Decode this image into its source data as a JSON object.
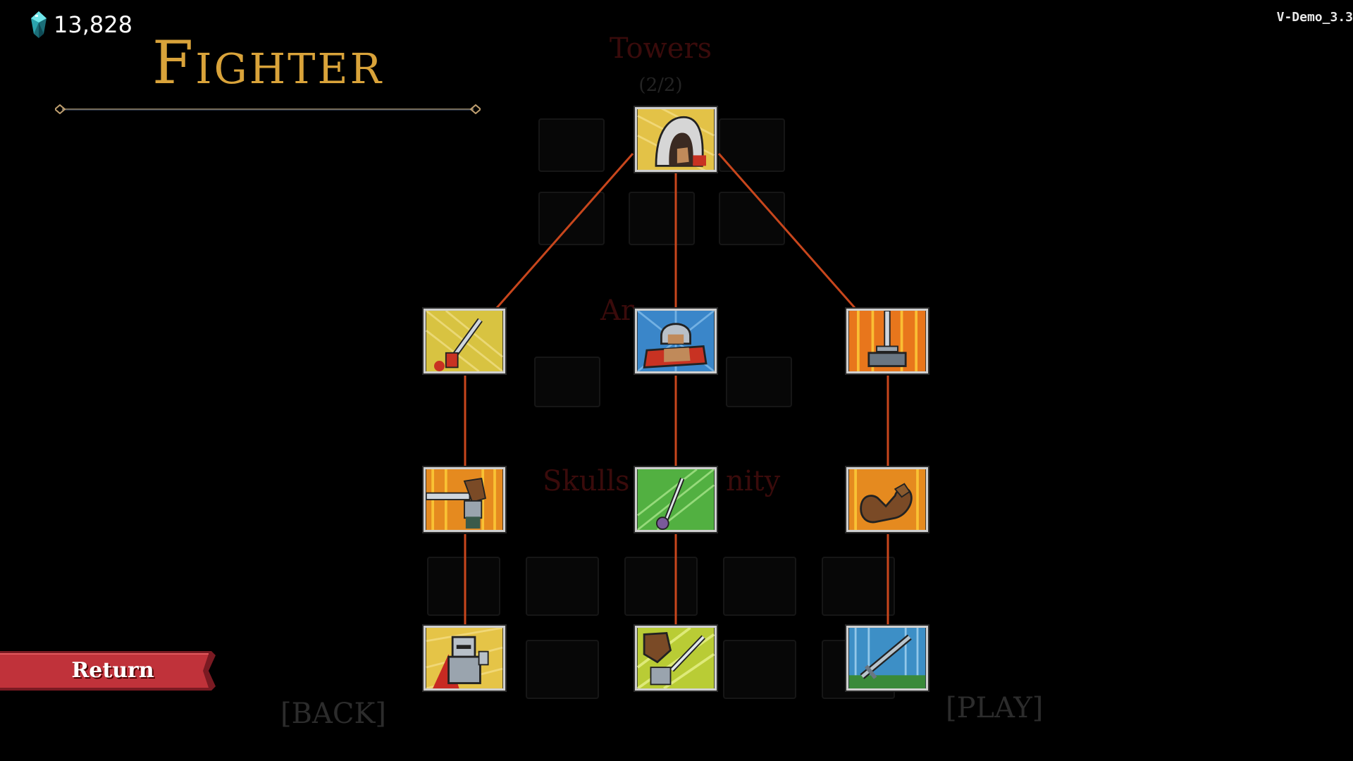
{
  "currency": {
    "value": "13,828",
    "icon": "gem-icon"
  },
  "version": "V-Demo_3.3",
  "title": "Fighter",
  "background_labels": {
    "towers": "Towers",
    "towers_count": "(2/2)",
    "artifacts": "Ar",
    "skulls": "Skulls",
    "unity": "nity"
  },
  "skill_tree": {
    "line_color": "#c8461c",
    "root": {
      "name": "fighter-hood-skill",
      "bg": "#e3c247"
    },
    "branches": [
      {
        "column": "left",
        "nodes": [
          {
            "name": "sword-raise-skill",
            "bg": "#d8c341"
          },
          {
            "name": "sword-strike-skill",
            "bg": "#e58a1f"
          },
          {
            "name": "armored-knight-skill",
            "bg": "#e5c447"
          }
        ]
      },
      {
        "column": "center",
        "nodes": [
          {
            "name": "helmet-warrior-skill",
            "bg": "#3a86c9"
          },
          {
            "name": "wind-sword-skill",
            "bg": "#52b041"
          },
          {
            "name": "dash-kick-skill",
            "bg": "#b9cc35"
          }
        ]
      },
      {
        "column": "right",
        "nodes": [
          {
            "name": "planted-sword-skill",
            "bg": "#e8761c"
          },
          {
            "name": "flex-strength-skill",
            "bg": "#e58a1f"
          },
          {
            "name": "rain-sword-skill",
            "bg": "#3d8fc6"
          }
        ]
      }
    ]
  },
  "return_button": {
    "label": "Return",
    "color": "#c0323a"
  },
  "keys": {
    "back": "[BACK]",
    "play": "[PLAY]"
  }
}
